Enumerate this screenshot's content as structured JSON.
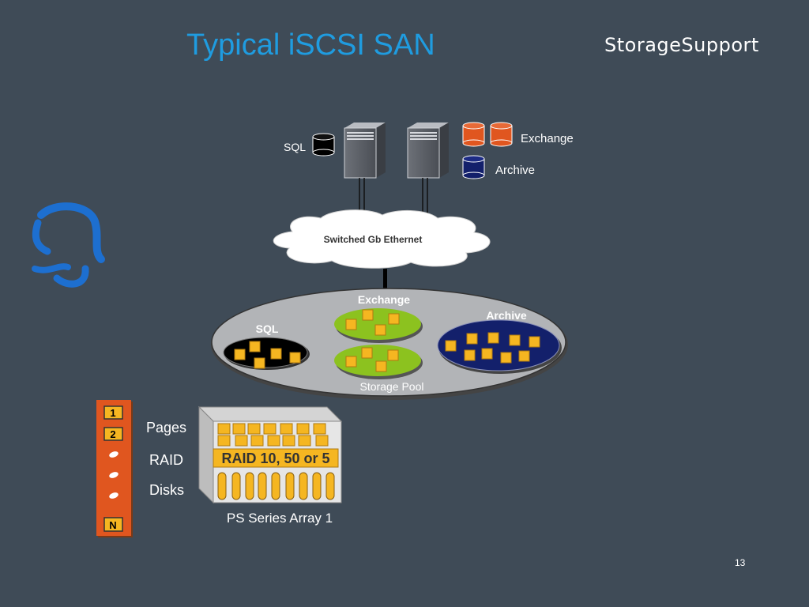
{
  "slide": {
    "title": "Typical iSCSI SAN",
    "brand": "StorageSupport",
    "page_number": "13"
  },
  "servers": {
    "sql_label": "SQL",
    "exchange_label": "Exchange",
    "archive_label": "Archive"
  },
  "network": {
    "label": "Switched Gb Ethernet"
  },
  "storage_pool": {
    "label": "Storage Pool",
    "sql_label": "SQL",
    "exchange_label": "Exchange",
    "archive_label": "Archive"
  },
  "array": {
    "label": "PS Series Array 1",
    "raid_label": "RAID 10, 50 or 5"
  },
  "legend": {
    "pages": "Pages",
    "raid": "RAID",
    "disks": "Disks",
    "slot_1": "1",
    "slot_2": "2",
    "slot_n": "N"
  },
  "colors": {
    "background": "#3f4b57",
    "title": "#1f9ce0",
    "exchange": "#e0561f",
    "archive": "#13206b",
    "sql": "#000000",
    "green_pool": "#8cc21f",
    "page_yellow": "#f5b621"
  }
}
